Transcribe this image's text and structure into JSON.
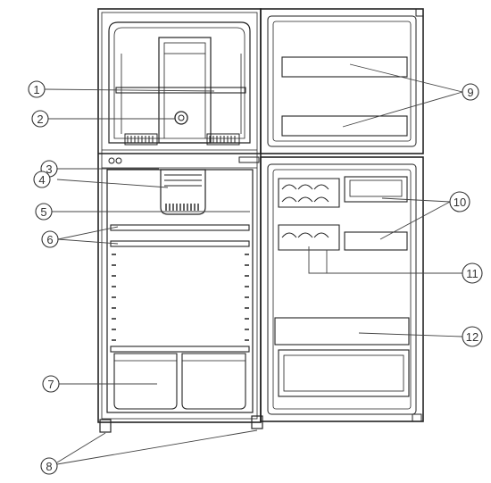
{
  "callouts": [
    {
      "id": "1",
      "label": "1"
    },
    {
      "id": "2",
      "label": "2"
    },
    {
      "id": "3",
      "label": "3"
    },
    {
      "id": "4",
      "label": "4"
    },
    {
      "id": "5",
      "label": "5"
    },
    {
      "id": "6",
      "label": "6"
    },
    {
      "id": "7",
      "label": "7"
    },
    {
      "id": "8",
      "label": "8"
    },
    {
      "id": "9",
      "label": "9"
    },
    {
      "id": "10",
      "label": "10"
    },
    {
      "id": "11",
      "label": "11"
    },
    {
      "id": "12",
      "label": "12"
    }
  ],
  "colors": {
    "line": "#222222",
    "leader": "#444444",
    "background": "#ffffff"
  }
}
